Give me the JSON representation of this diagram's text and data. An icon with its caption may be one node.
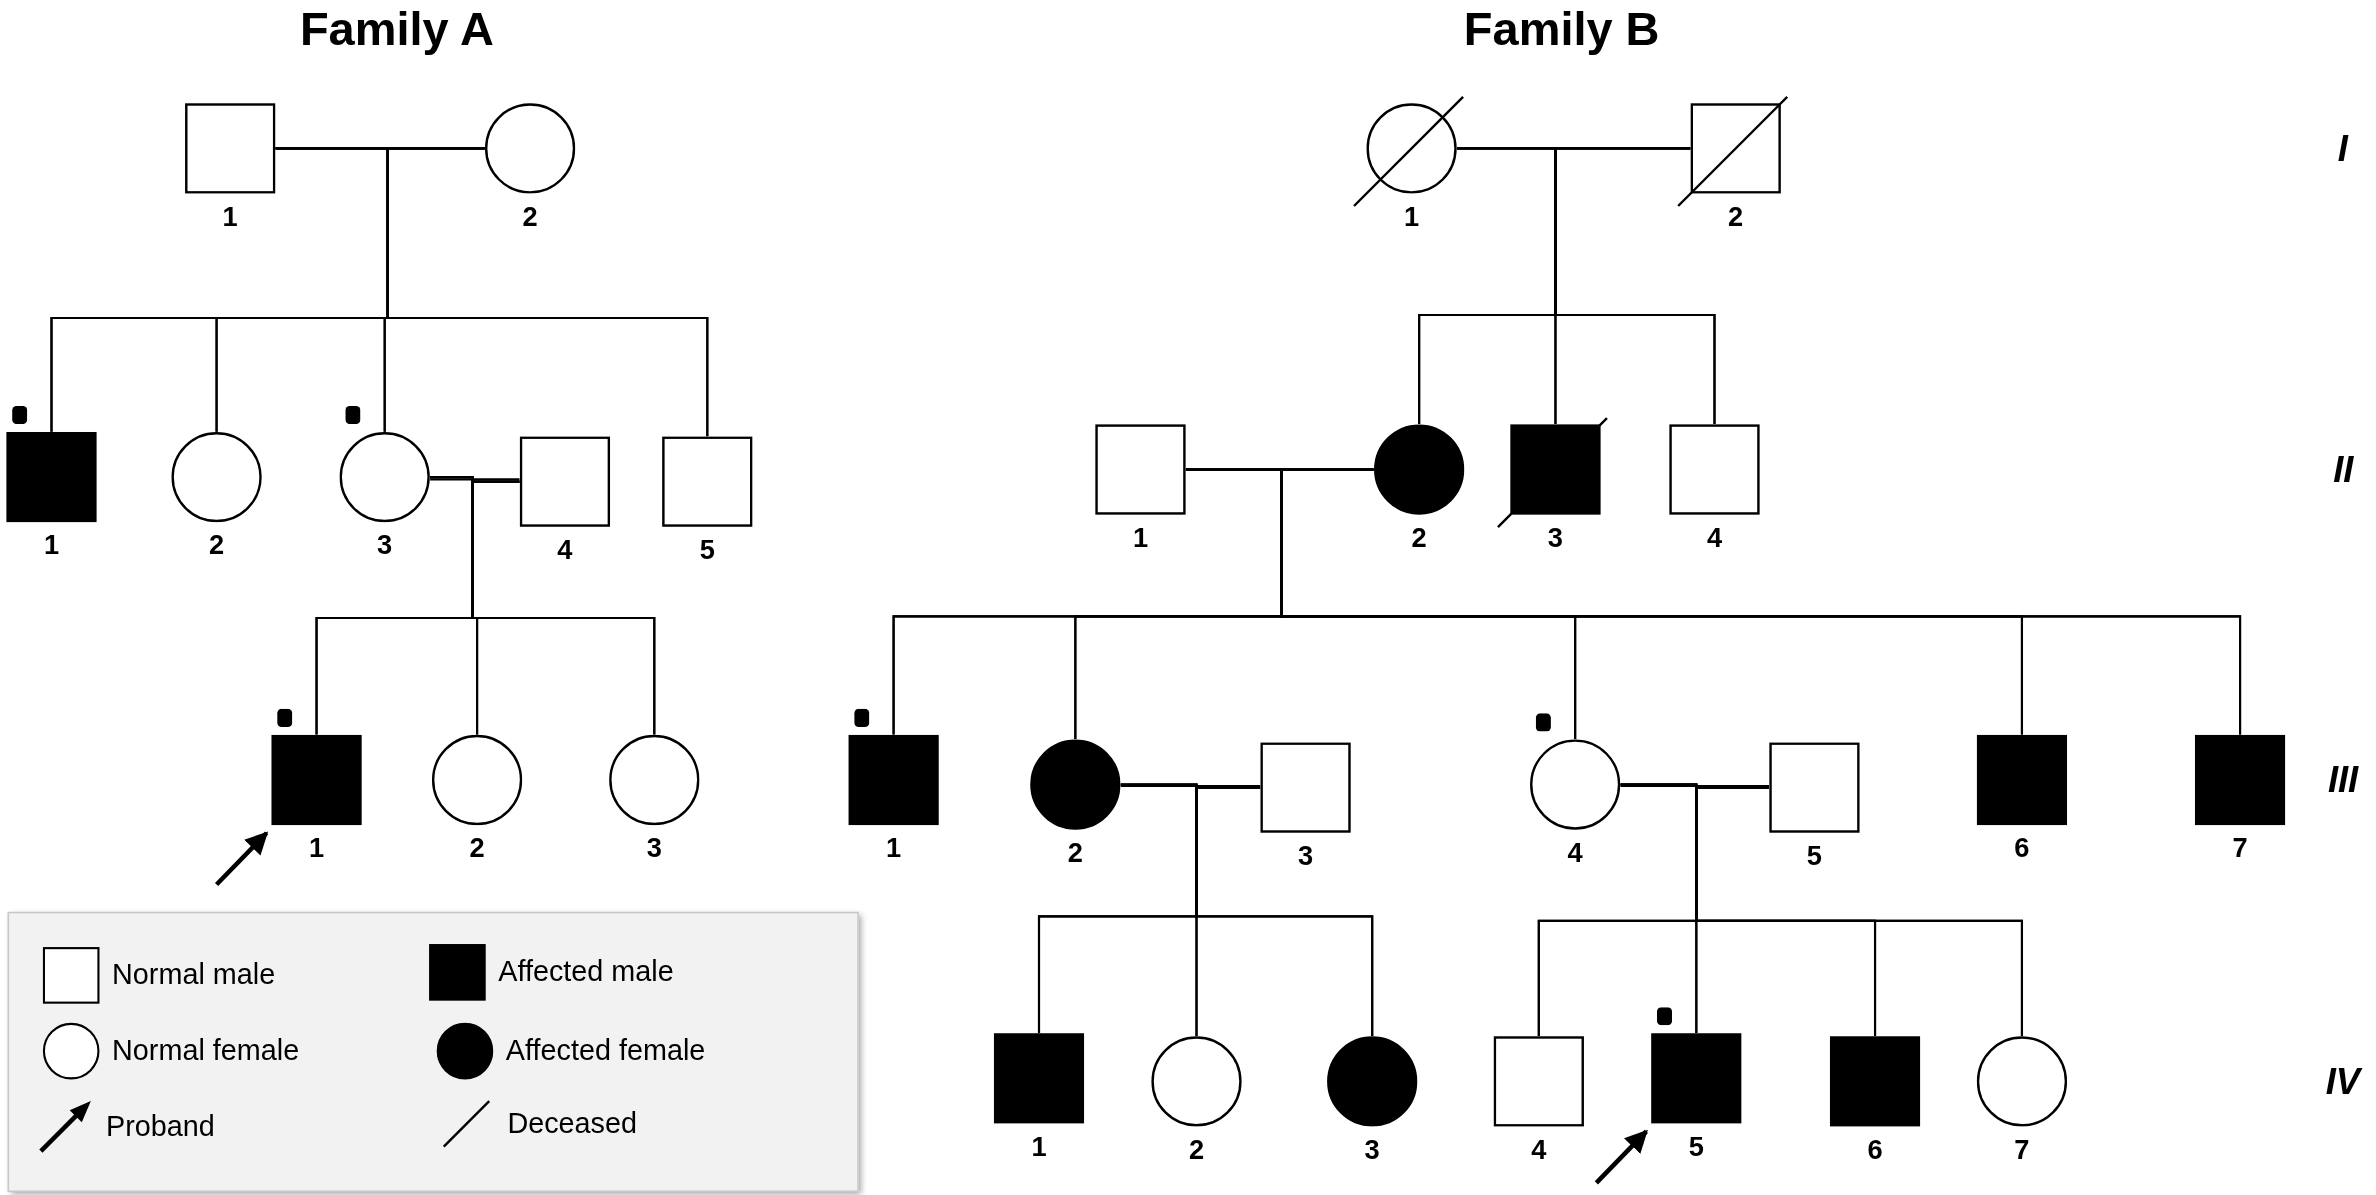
{
  "diagram": {
    "nodes": [
      {
        "text": [
          "1"
        ]
      },
      {
        "text": [
          "2"
        ]
      },
      {
        "text": [
          "1"
        ]
      },
      {
        "text": [
          "2"
        ]
      },
      {
        "text": [
          "3"
        ]
      },
      {
        "text": [
          "4"
        ]
      },
      {
        "text": [
          "5"
        ]
      },
      {
        "text": [
          "1"
        ]
      },
      {
        "text": [
          "2"
        ]
      },
      {
        "text": [
          "3"
        ]
      },
      {
        "text": [
          "1"
        ]
      },
      {
        "text": [
          "2"
        ]
      },
      {
        "text": [
          "1"
        ]
      },
      {
        "text": [
          "2"
        ]
      },
      {
        "text": [
          "3"
        ]
      },
      {
        "text": [
          "4"
        ]
      },
      {
        "text": [
          "1"
        ]
      },
      {
        "text": [
          "2"
        ]
      },
      {
        "text": [
          "3"
        ]
      },
      {
        "text": [
          "4"
        ]
      },
      {
        "text": [
          "5"
        ]
      },
      {
        "text": [
          "6"
        ]
      },
      {
        "text": [
          "7"
        ]
      },
      {
        "text": [
          "1"
        ]
      },
      {
        "text": [
          "2"
        ]
      },
      {
        "text": [
          "3"
        ]
      },
      {
        "text": [
          "4"
        ]
      },
      {
        "text": [
          "5"
        ]
      },
      {
        "text": [
          "6"
        ]
      },
      {
        "text": [
          "7"
        ]
      }
    ],
    "edges": [
      {
        "from": 0,
        "to": 1,
        "arrow": "none"
      },
      {
        "from": 0,
        "to": 2,
        "arrow": "none"
      },
      {
        "from": 1,
        "to": 2,
        "arrow": "none"
      },
      {
        "from": 0,
        "to": 3,
        "arrow": "none"
      },
      {
        "from": 1,
        "to": 3,
        "arrow": "none"
      },
      {
        "from": 0,
        "to": 4,
        "arrow": "none"
      },
      {
        "from": 1,
        "to": 4,
        "arrow": "none"
      },
      {
        "from": 0,
        "to": 6,
        "arrow": "none"
      },
      {
        "from": 1,
        "to": 6,
        "arrow": "none"
      },
      {
        "from": 4,
        "to": 5,
        "arrow": "none"
      },
      {
        "from": 4,
        "to": 7,
        "arrow": "none"
      },
      {
        "from": 5,
        "to": 7,
        "arrow": "none"
      },
      {
        "from": 4,
        "to": 8,
        "arrow": "none"
      },
      {
        "from": 5,
        "to": 8,
        "arrow": "none"
      },
      {
        "from": 4,
        "to": 9,
        "arrow": "none"
      },
      {
        "from": 5,
        "to": 9,
        "arrow": "none"
      },
      {
        "from": null,
        "to": 7,
        "arrow": "to"
      },
      {
        "from": 10,
        "to": 11,
        "arrow": "none"
      },
      {
        "from": 10,
        "to": 13,
        "arrow": "none"
      },
      {
        "from": 11,
        "to": 13,
        "arrow": "none"
      },
      {
        "from": 10,
        "to": 14,
        "arrow": "none"
      },
      {
        "from": 11,
        "to": 14,
        "arrow": "none"
      },
      {
        "from": 10,
        "to": 15,
        "arrow": "none"
      },
      {
        "from": 11,
        "to": 15,
        "arrow": "none"
      },
      {
        "from": 12,
        "to": 13,
        "arrow": "none"
      },
      {
        "from": 12,
        "to": 16,
        "arrow": "none"
      },
      {
        "from": 13,
        "to": 16,
        "arrow": "none"
      },
      {
        "from": 12,
        "to": 17,
        "arrow": "none"
      },
      {
        "from": 13,
        "to": 17,
        "arrow": "none"
      },
      {
        "from": 12,
        "to": 19,
        "arrow": "none"
      },
      {
        "from": 13,
        "to": 19,
        "arrow": "none"
      },
      {
        "from": 12,
        "to": 21,
        "arrow": "none"
      },
      {
        "from": 13,
        "to": 21,
        "arrow": "none"
      },
      {
        "from": 12,
        "to": 22,
        "arrow": "none"
      },
      {
        "from": 13,
        "to": 22,
        "arrow": "none"
      },
      {
        "from": 17,
        "to": 18,
        "arrow": "none"
      },
      {
        "from": 17,
        "to": 23,
        "arrow": "none"
      },
      {
        "from": 18,
        "to": 23,
        "arrow": "none"
      },
      {
        "from": 17,
        "to": 24,
        "arrow": "none"
      },
      {
        "from": 18,
        "to": 24,
        "arrow": "none"
      },
      {
        "from": 17,
        "to": 25,
        "arrow": "none"
      },
      {
        "from": 18,
        "to": 25,
        "arrow": "none"
      },
      {
        "from": 19,
        "to": 20,
        "arrow": "none"
      },
      {
        "from": 19,
        "to": 26,
        "arrow": "none"
      },
      {
        "from": 20,
        "to": 26,
        "arrow": "none"
      },
      {
        "from": 19,
        "to": 27,
        "arrow": "none"
      },
      {
        "from": 20,
        "to": 27,
        "arrow": "none"
      },
      {
        "from": 19,
        "to": 28,
        "arrow": "none"
      },
      {
        "from": 20,
        "to": 28,
        "arrow": "none"
      },
      {
        "from": 19,
        "to": 29,
        "arrow": "none"
      },
      {
        "from": 20,
        "to": 29,
        "arrow": "none"
      },
      {
        "from": null,
        "to": 27,
        "arrow": "to"
      }
    ],
    "labels": [
      "Family A",
      "Family B",
      "I",
      "II",
      "III",
      "IV"
    ],
    "legend": [
      {
        "text": "Normal male"
      },
      {
        "text": "Affected male"
      },
      {
        "text": "Normal female"
      },
      {
        "text": "Affected female"
      },
      {
        "text": "Proband"
      },
      {
        "text": "Deceased"
      }
    ]
  }
}
